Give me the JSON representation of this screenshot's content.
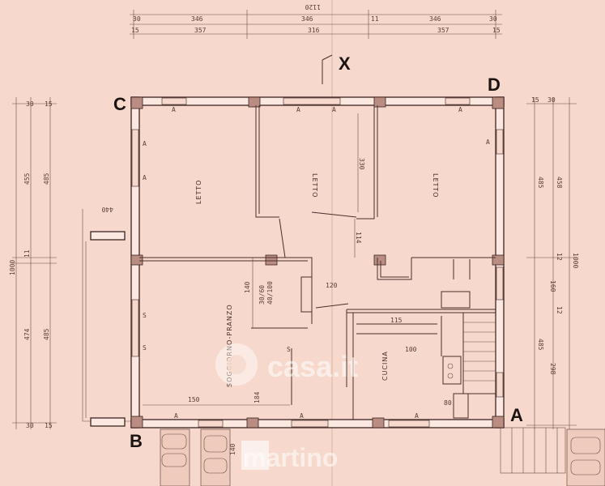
{
  "labels": {
    "corner_c": "C",
    "corner_d": "D",
    "corner_b": "B",
    "corner_a": "A",
    "section_x": "X"
  },
  "rooms": {
    "letto_1": "LETTO",
    "letto_2": "LETTO",
    "letto_3": "LETTO",
    "soggiorno": "SOGGIORNO-PRANZO",
    "cucina": "CUCINA"
  },
  "dimensions": {
    "top_total": "1120",
    "top_row1": [
      "30",
      "346",
      "346",
      "11",
      "346",
      "30"
    ],
    "top_row2": [
      "15",
      "357",
      "316",
      "357",
      "15"
    ],
    "left_1": "30",
    "left_2": "15",
    "left_3": "455",
    "left_4": "485",
    "left_5": "11",
    "left_6": "1000",
    "left_7": "474",
    "left_8": "485",
    "left_9": "30",
    "left_10": "15",
    "right_1": "15",
    "right_2": "30",
    "right_3": "485",
    "right_4": "458",
    "right_5": "12",
    "right_6": "1000",
    "right_7": "160",
    "right_8": "12",
    "right_9": "485",
    "right_10": "298",
    "interior_330": "330",
    "interior_114": "114",
    "interior_120": "120",
    "interior_140": "140",
    "interior_150": "150",
    "interior_184": "184",
    "interior_30_60": "30/60",
    "interior_40_100": "40/100",
    "interior_440": "440",
    "interior_100": "100",
    "interior_115": "115",
    "interior_80": "80",
    "bottom_140": "140"
  },
  "markers": {
    "window_a": "A",
    "window_s": "S"
  },
  "watermark": {
    "casa": "casa.it",
    "martino": "martino"
  },
  "colors": {
    "paper": "#f6d9cc",
    "ink": "#3b2420"
  }
}
